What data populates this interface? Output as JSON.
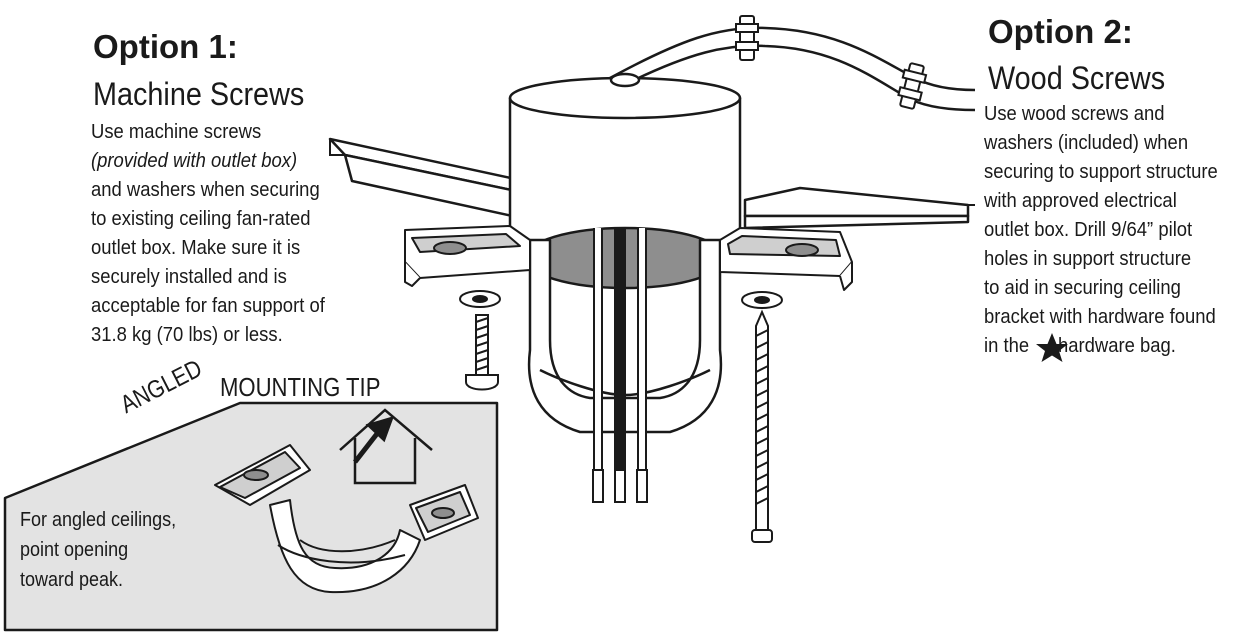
{
  "option1": {
    "heading": "Option 1:",
    "subheading": "Machine Screws",
    "lines": [
      "Use machine screws",
      "(provided with outlet box)",
      "and washers when securing",
      "to existing ceiling fan-rated",
      "outlet box. Make sure it is",
      "securely installed and is",
      "acceptable for fan support of",
      "31.8 kg (70 lbs) or less."
    ]
  },
  "option2": {
    "heading": "Option 2:",
    "subheading": "Wood Screws",
    "lines": [
      "Use wood screws and",
      "washers (included) when",
      "securing to support structure",
      "with approved electrical",
      "outlet box. Drill 9/64” pilot",
      "holes in support structure",
      "to aid in securing ceiling",
      "bracket with hardware found"
    ],
    "last_line_prefix": "in the",
    "last_line_suffix": "hardware bag."
  },
  "tip": {
    "angled": "ANGLED",
    "title": "MOUNTING TIP",
    "lines": [
      "For angled ceilings,",
      "point opening",
      "toward peak."
    ]
  },
  "icons": {
    "star": "star-icon",
    "house": "house-peak-icon"
  },
  "colors": {
    "ink": "#1a1a1a",
    "tip_panel": "#e3e3e3",
    "shade": "#8e8e8e"
  }
}
